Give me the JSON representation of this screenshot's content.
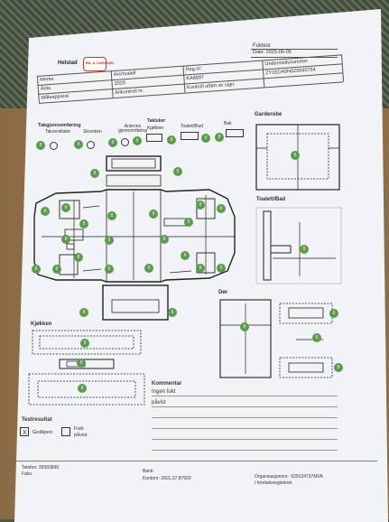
{
  "header": {
    "title": "Fuktest",
    "date_label": "Date: 2025-06-05",
    "logo_text_1": "Helstad",
    "logo_text_2": "BIL & CARAVAN"
  },
  "info_table": {
    "rows": [
      {
        "label": "Merke",
        "value": "Arcmodell",
        "label2": "Reg.nr:",
        "value2": "KA8997",
        "label3": "Understellsnummer",
        "value3": "ZY1ED40N0Z0040754"
      },
      {
        "label": "Årita",
        "value": "2020",
        "label2": "Kontroll utført av sign:",
        "value2": ""
      },
      {
        "label": "Måleapparat",
        "value": "Ankontroll nr."
      }
    ]
  },
  "sections": {
    "roof": "Takgjennomføring",
    "takventilator": "Takventilator",
    "skorstein": "Skorstein",
    "antenne": "Antenne gjennomføring",
    "takluker": "Takluker",
    "kjokken_small": "Kjøkken",
    "toalett_bad_small": "Toalett/Bad",
    "bak": "Bak",
    "garderobe": "Garderobe",
    "toalett_bad": "Toalett/Bad",
    "dor": "Dør",
    "kjokken": "Kjøkken",
    "kommentar": "Kommentar",
    "testresultat": "Testresultat"
  },
  "kommentar": {
    "line1": "Ingen fukt",
    "line2": "påvist"
  },
  "testresultat": {
    "godkjent_mark": "X",
    "godkjent": "Godkjent",
    "fukt_1": "Fukt",
    "fukt_2": "påvist"
  },
  "footer": {
    "telefon": "Telefon: 35569890",
    "faks": "Faks:",
    "bank": "Bank:",
    "kontonr": "Kontonr: 2601.37.87920",
    "org": "Organisasjonsnr.: 929134737MVA",
    "foretak": "I foretaksregisteret"
  },
  "markers": {
    "label": "8"
  }
}
